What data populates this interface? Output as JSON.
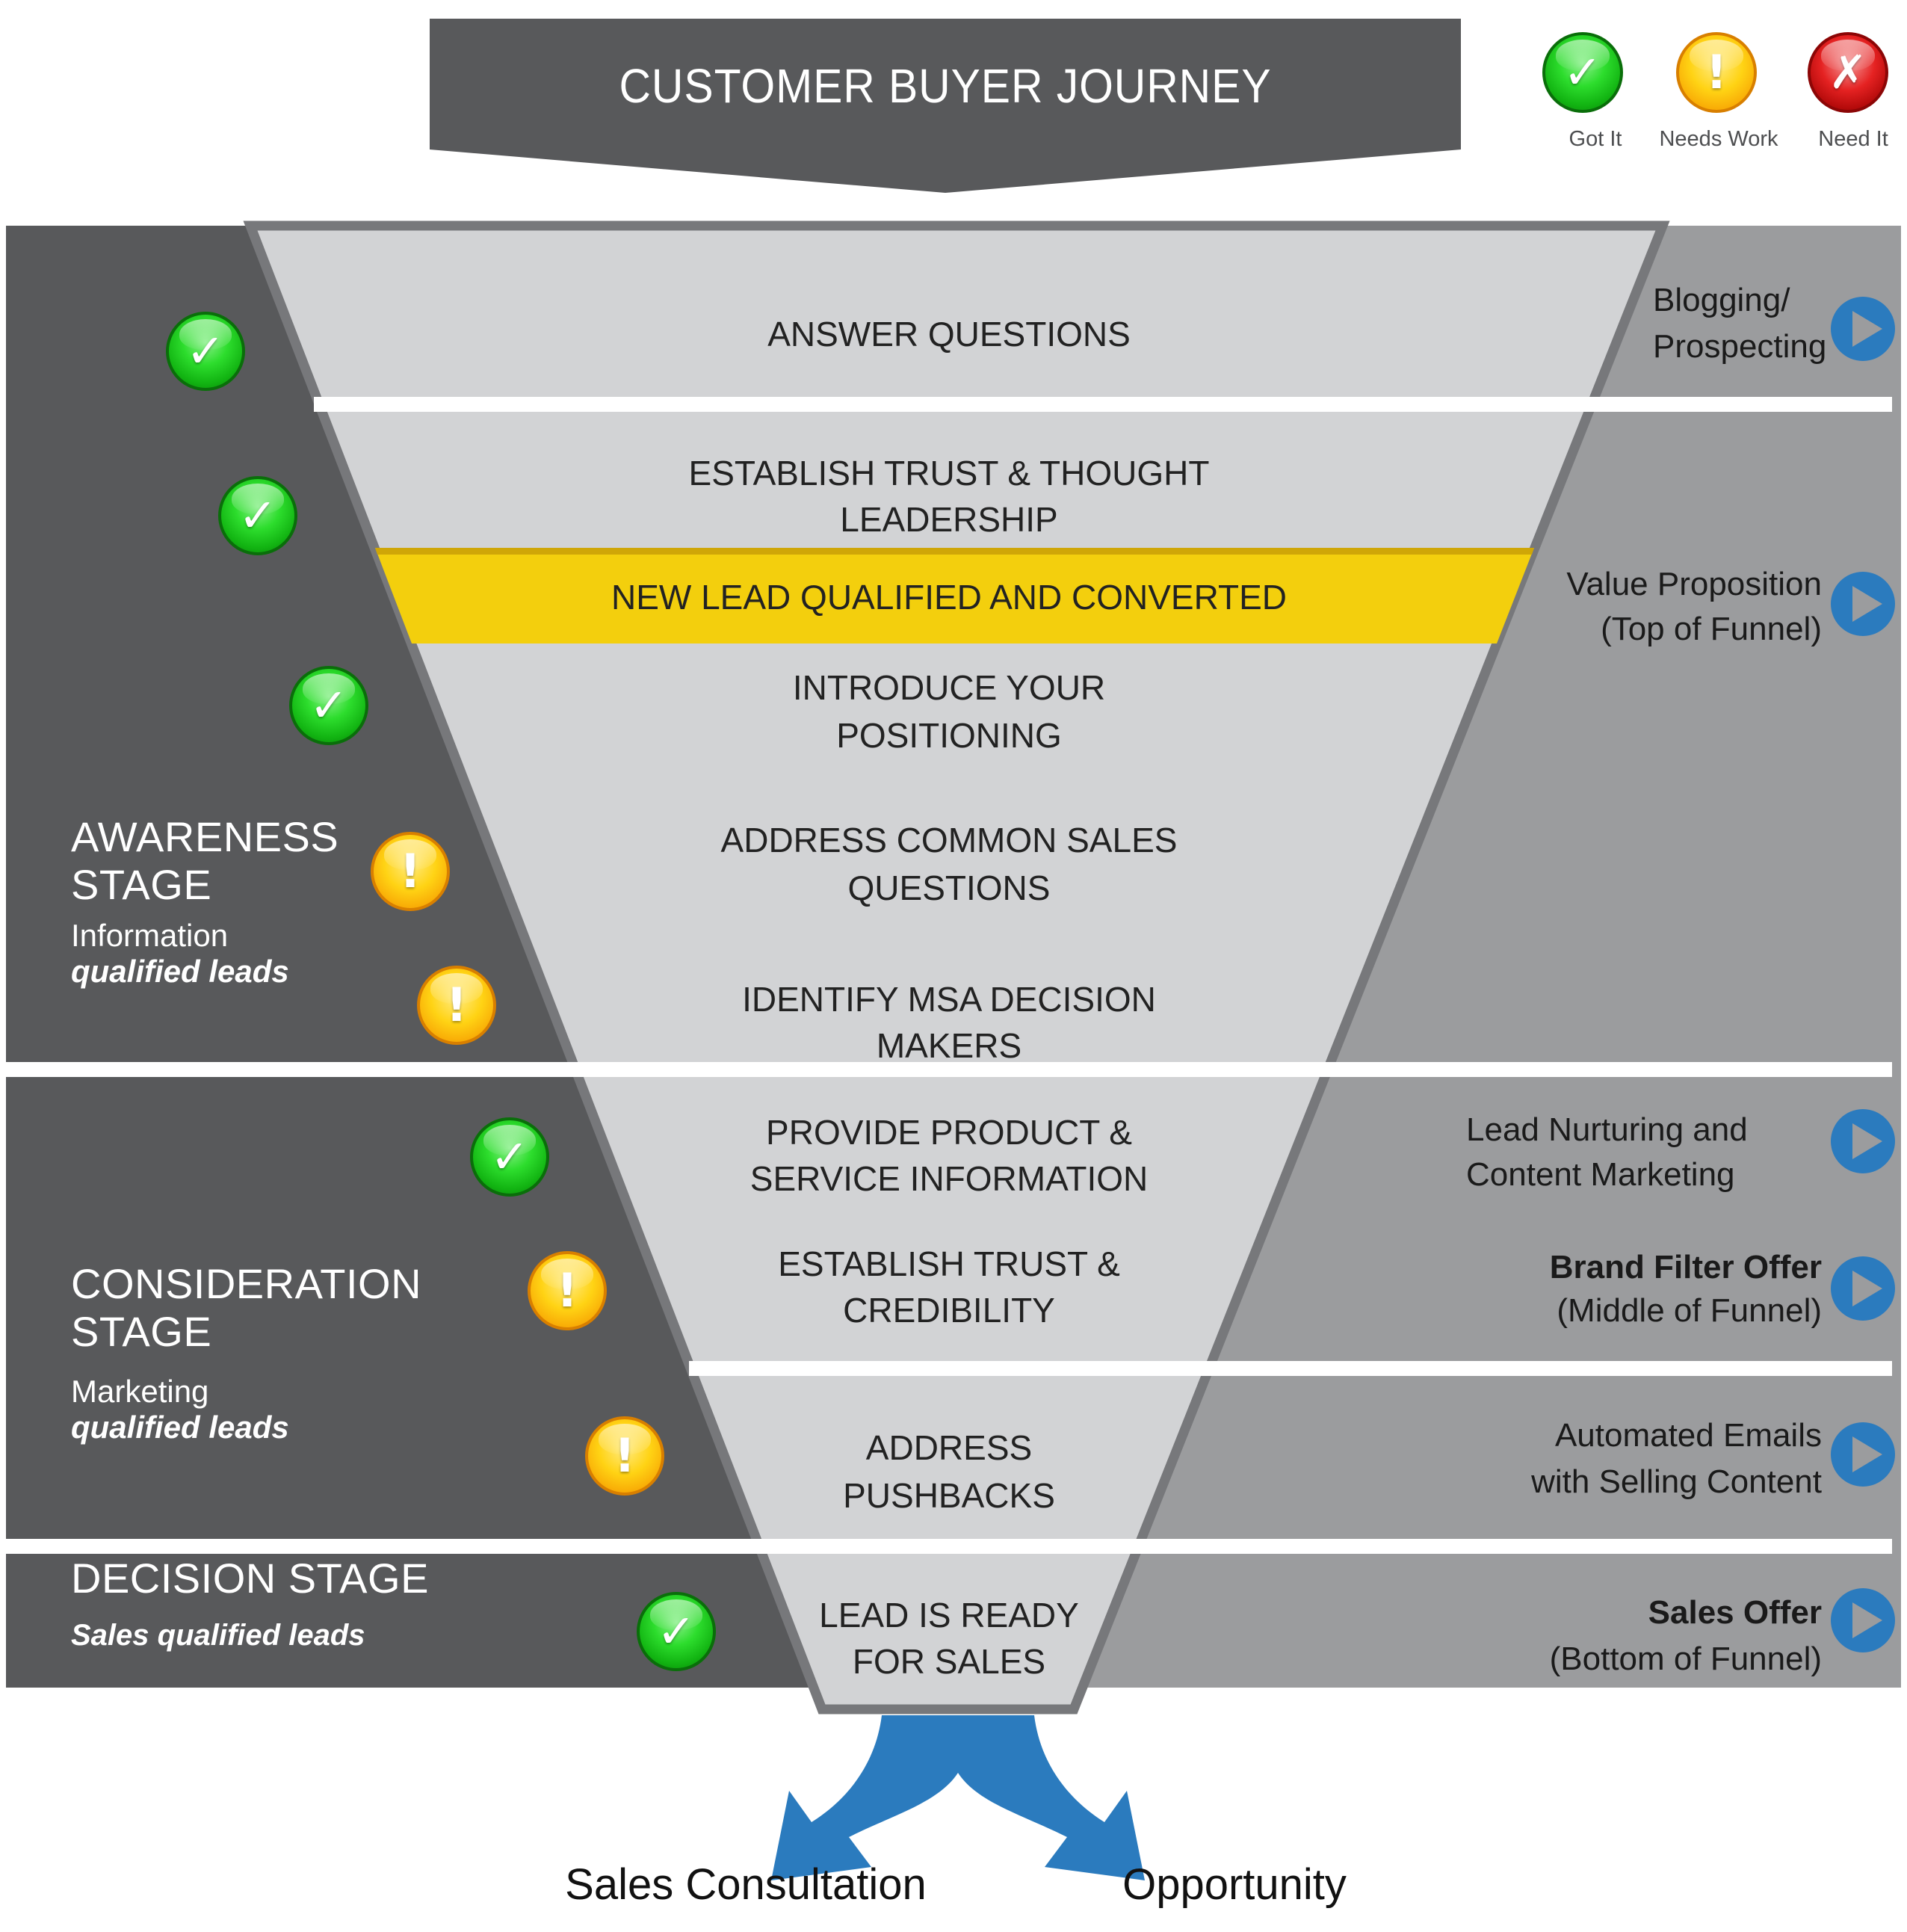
{
  "title": "CUSTOMER BUYER JOURNEY",
  "legend": {
    "items": [
      {
        "label": "Got It",
        "icon": "check-icon",
        "glyph": "✓"
      },
      {
        "label": "Needs Work",
        "icon": "exclamation-icon",
        "glyph": "!"
      },
      {
        "label": "Need It",
        "icon": "x-icon",
        "glyph": "✗"
      }
    ]
  },
  "stages": [
    {
      "title_line1": "AWARENESS",
      "title_line2": "STAGE",
      "subtitle": "Information",
      "emphasis": "qualified leads"
    },
    {
      "title_line1": "CONSIDERATION",
      "title_line2": "STAGE",
      "subtitle": "Marketing",
      "emphasis": "qualified leads"
    },
    {
      "title_line1": "DECISION STAGE",
      "emphasis": "Sales qualified leads"
    }
  ],
  "funnel": {
    "rows": [
      {
        "lines": [
          "ANSWER QUESTIONS"
        ],
        "status": "check"
      },
      {
        "lines": [
          "ESTABLISH TRUST & THOUGHT",
          "LEADERSHIP"
        ],
        "status": "check"
      },
      {
        "lines": [
          "NEW LEAD QUALIFIED AND CONVERTED"
        ],
        "highlight": true
      },
      {
        "lines": [
          "INTRODUCE YOUR",
          "POSITIONING"
        ],
        "status": "check"
      },
      {
        "lines": [
          "ADDRESS COMMON SALES",
          "QUESTIONS"
        ],
        "status": "warn"
      },
      {
        "lines": [
          "IDENTIFY MSA DECISION",
          "MAKERS"
        ],
        "status": "warn"
      },
      {
        "lines": [
          "PROVIDE PRODUCT &",
          "SERVICE INFORMATION"
        ],
        "status": "check"
      },
      {
        "lines": [
          "ESTABLISH TRUST &",
          "CREDIBILITY"
        ],
        "status": "warn"
      },
      {
        "lines": [
          "ADDRESS",
          "PUSHBACKS"
        ],
        "status": "warn"
      },
      {
        "lines": [
          "LEAD IS READY",
          "FOR SALES"
        ],
        "status": "check"
      }
    ]
  },
  "right_panel": {
    "items": [
      {
        "line1": "Blogging/",
        "line2": "Prospecting",
        "line1_bold": false
      },
      {
        "line1": "Value Proposition",
        "line2": "(Top of Funnel)",
        "line1_bold": false
      },
      {
        "line1": "Lead Nurturing and",
        "line2": "Content Marketing",
        "line1_bold": false
      },
      {
        "line1": "Brand Filter Offer",
        "line2": "(Middle of Funnel)",
        "line1_bold": true
      },
      {
        "line1": "Automated Emails",
        "line2": "with Selling Content",
        "line1_bold": false
      },
      {
        "line1": "Sales Offer",
        "line2": "(Bottom of Funnel)",
        "line1_bold": true
      }
    ]
  },
  "outcomes": {
    "left": "Sales Consultation",
    "right": "Opportunity"
  },
  "colors": {
    "banner": "#58595b",
    "left_panel": "#58595b",
    "right_panel": "#9b9c9e",
    "funnel_fill": "#d2d3d5",
    "funnel_border": "#77787b",
    "highlight_yellow": "#f3cf0d",
    "play_blue": "#2b7bbe",
    "status_green": "#18c718",
    "status_yellow": "#ffc712",
    "status_red": "#dd1515",
    "arrow_blue": "#2b7bbe"
  }
}
